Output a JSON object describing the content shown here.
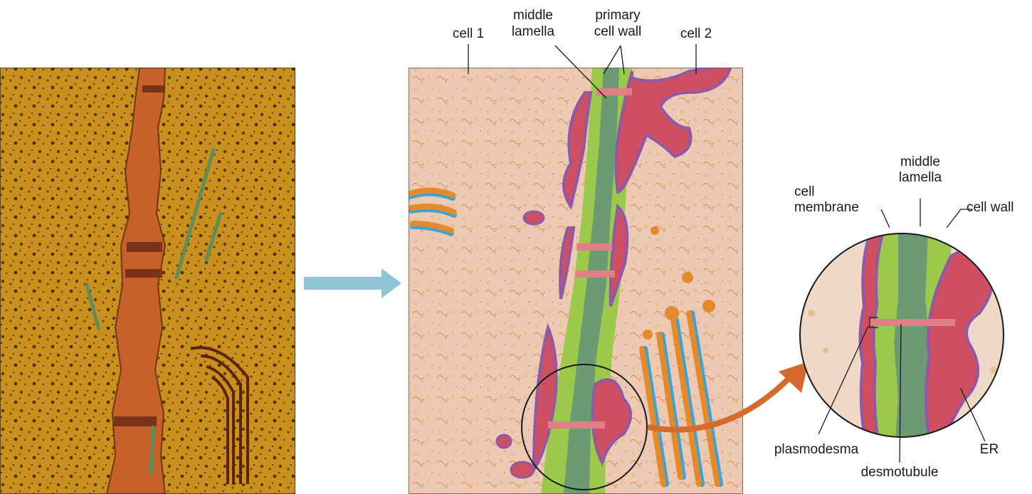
{
  "labels": {
    "cell1": "cell 1",
    "middle_lamella_1": "middle",
    "middle_lamella_2": "lamella",
    "primary_wall_1": "primary",
    "primary_wall_2": "cell wall",
    "cell2": "cell 2",
    "zoom_middle_1": "middle",
    "zoom_middle_2": "lamella",
    "zoom_membrane_1": "cell",
    "zoom_membrane_2": "membrane",
    "zoom_cell_wall": "cell wall",
    "plasmodesma": "plasmodesma",
    "desmotubule": "desmotubule",
    "er": "ER"
  },
  "colors": {
    "micrograph_bg": "#c9901e",
    "micrograph_dark": "#5a3a10",
    "micrograph_wall": "#c8602a",
    "diagram_bg": "#edc9b4",
    "wall_green": "#9cc94c",
    "lamella_gray": "#6c9a72",
    "membrane_red": "#cf4f62",
    "membrane_purple": "#8e5aa8",
    "golgi_orange": "#e58a2a",
    "golgi_blue": "#3aa3d8",
    "arrow_blue": "#8fc4d6",
    "arrow_orange": "#d46a2c",
    "line": "#1a1a1a"
  }
}
